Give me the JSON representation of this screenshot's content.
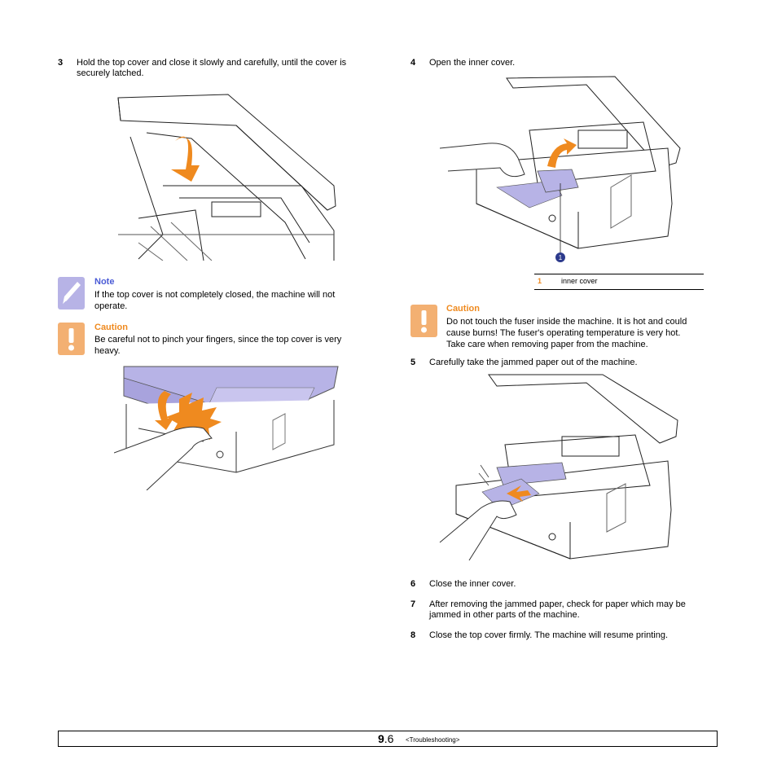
{
  "steps": {
    "s3": {
      "num": "3",
      "line1": "Hold the top cover and close it slowly and carefully, until the cover is",
      "line2": "securely latched."
    },
    "s4": {
      "num": "4",
      "text": "Open the inner cover."
    },
    "s5": {
      "num": "5",
      "text": "Carefully take the jammed paper out of the machine."
    },
    "s6": {
      "num": "6",
      "text": "Close the inner cover."
    },
    "s7": {
      "num": "7",
      "line1": "After removing the jammed paper, check for paper which may be",
      "line2": "jammed in other parts of the machine."
    },
    "s8": {
      "num": "8",
      "text": "Close the top cover firmly. The machine will resume printing."
    }
  },
  "note": {
    "title": "Note",
    "line1": "If the top cover is not completely closed, the machine will not",
    "line2": "operate."
  },
  "caution1": {
    "title": "Caution",
    "line1": "Be careful not to pinch your fingers, since the top cover is very",
    "line2": "heavy."
  },
  "caution2": {
    "title": "Caution",
    "line1": "Do not touch the fuser inside the machine. It is hot and could",
    "line2": "cause burns! The fuser's operating temperature is very hot.",
    "line3": "Take care when removing paper from the machine."
  },
  "legend": {
    "num": "1",
    "label": "inner cover"
  },
  "callout_marker": "1",
  "footer": {
    "chapter": "9",
    "page": ".6",
    "section": "<Troubleshooting>"
  },
  "colors": {
    "accent_orange": "#ef8a1f",
    "note_blue": "#4a5bd6",
    "printer_lavender": "#b7b3e6"
  }
}
